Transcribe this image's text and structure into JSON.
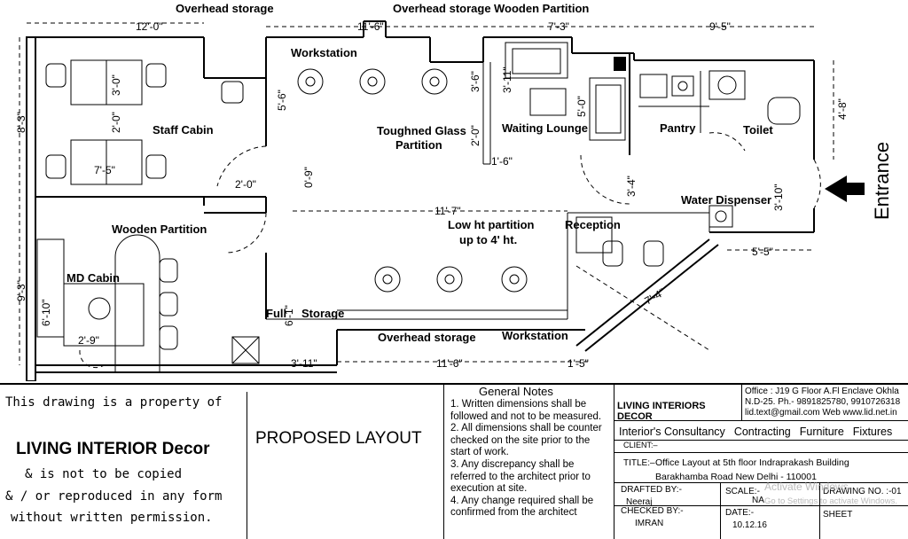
{
  "plan": {
    "dims": {
      "d12_0": "12'-0\"",
      "d11_6_top": "11'-6\"",
      "d7_3": "7'-3\"",
      "d9_5": "9'-5\"",
      "d8_3": "8'-3\"",
      "d9_3": "9'-3\"",
      "d3_0": "3'-0\"",
      "d2_0a": "2'-0\"",
      "d7_5": "7'-5\"",
      "d5_6": "5'-6\"",
      "d2_0b": "2'-0\"",
      "d0_9": "0'-9\"",
      "d3_11a": "3'-11\"",
      "d3_6": "3'-6\"",
      "d5_0": "5'-0\"",
      "d2_0c": "2'-0\"",
      "d1_6": "1'-6\"",
      "d4_8": "4'-8\"",
      "d3_4": "3'-4\"",
      "d3_10": "3'-10\"",
      "d11_7": "11'-7\"",
      "d5_5": "5'-5\"",
      "d7_4": "7'-4\"",
      "d6_10": "6'-10\"",
      "d2_9": "2'-9\"",
      "d6_1": "6'-1\"",
      "d3_11b": "3'-11\"",
      "d11_6_bottom": "11'-6\"",
      "d1_5": "1'-5\""
    },
    "labels": {
      "overhead_storage_1": "Overhead storage",
      "overhead_storage_2": "Overhead storage",
      "overhead_storage_3": "Overhead storage",
      "wooden_partition_top": "Wooden Partition",
      "workstation_top": "Workstation",
      "staff_cabin": "Staff Cabin",
      "toughened_glass_1": "Toughned Glass",
      "toughened_glass_2": "Partition",
      "waiting_lounge": "Waiting Lounge",
      "pantry": "Pantry",
      "toilet": "Toilet",
      "entrance": "Entrance",
      "water_dispenser": "Water Dispenser",
      "wooden_partition_mid": "Wooden Partition",
      "low_ht_1": "Low ht partition",
      "low_ht_2": "up to 4' ht.",
      "reception": "Reception",
      "md_cabin": "MD Cabin",
      "full": "Full",
      "storage": "Storage",
      "workstation_bottom": "Workstation"
    }
  },
  "titleblock": {
    "property": {
      "line1": "This drawing is a property of",
      "company": "LIVING INTERIOR Decor",
      "line2": "& is not to be copied",
      "line3": "& / or reproduced in any form",
      "line4": "without written permission."
    },
    "proposed_layout": "PROPOSED LAYOUT",
    "notes": {
      "heading": "General Notes",
      "items": [
        "1. Written dimensions shall be followed and not to be measured.",
        "2. All dimensions shall be counter checked on the site prior to the start of work.",
        "3. Any discrepancy shall be referred to the architect prior to execution at site.",
        "4. Any change required shall be confirmed from the architect"
      ]
    },
    "firm": "LIVING INTERIORS DECOR",
    "office": "Office : J19 G Floor A.Fl Enclave Okhla N.D-25. Ph.- 9891825780, 9910726318 lid.text@gmail.com Web www.lid.net.in",
    "services": [
      "Interior's Consultancy",
      "Contracting",
      "Furniture",
      "Fixtures"
    ],
    "client": "CLIENT:–",
    "title_label": "TITLE:–",
    "title_line1": "Office Layout at 5th floor  Indraprakash Building",
    "title_line2": "Barakhamba Road New  Delhi - 110001",
    "drafted_label": "DRAFTED BY:-",
    "drafted_by": "Neeraj",
    "checked_label": "CHECKED BY:-",
    "checked_by": "IMRAN",
    "scale_label": "SCALE:-",
    "scale": "NA",
    "date_label": "DATE:-",
    "date": "10.12.16",
    "drawing_no_label": "DRAWING  NO. :-01",
    "sheet_label": "SHEET",
    "watermark1": "Activate Windows",
    "watermark2": "Go to Settings to activate Windows."
  }
}
